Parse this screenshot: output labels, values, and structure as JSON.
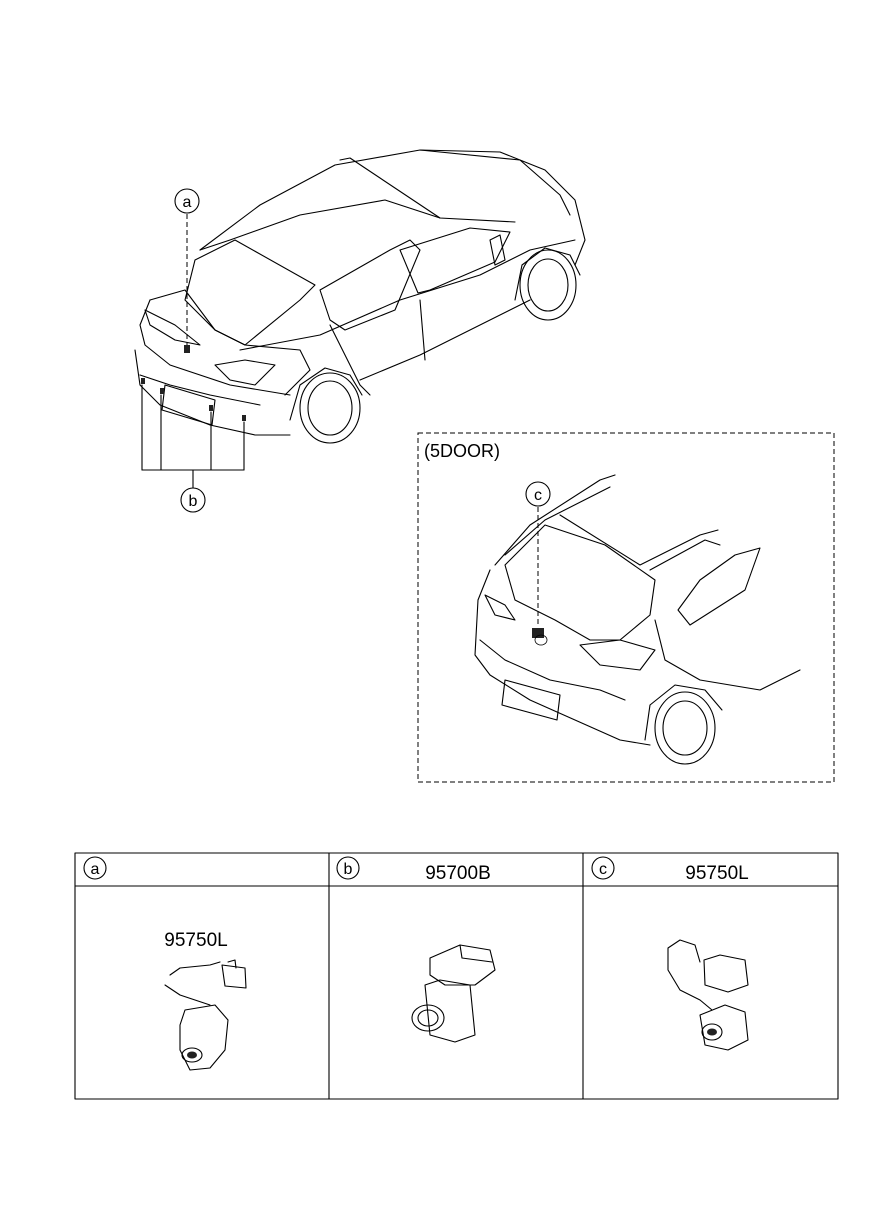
{
  "callouts": {
    "a": "a",
    "b": "b",
    "c": "c"
  },
  "variant_label": "(5DOOR)",
  "table": {
    "columns": [
      {
        "letter": "a",
        "part_number": "",
        "inner_part_number": "95750L"
      },
      {
        "letter": "b",
        "part_number": "95700B"
      },
      {
        "letter": "c",
        "part_number": "95750L"
      }
    ]
  }
}
